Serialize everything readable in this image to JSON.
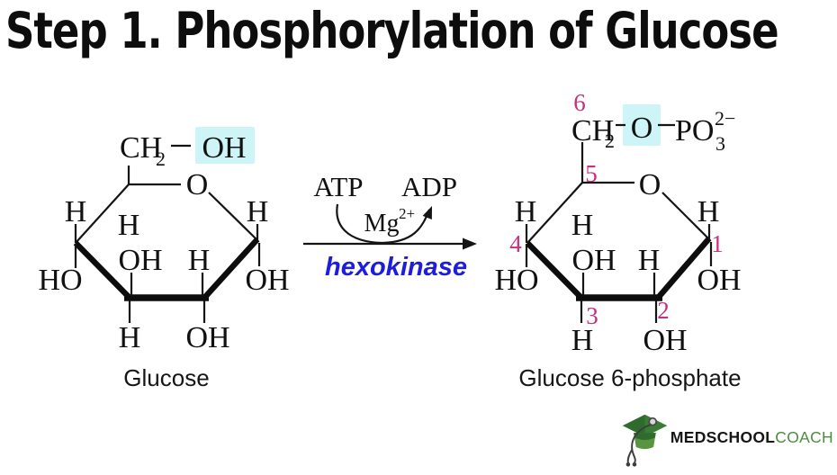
{
  "title": "Step 1. Phosphorylation of Glucose",
  "reaction": {
    "substrate": "ATP",
    "product": "ADP",
    "cofactor": "Mg",
    "cofactor_charge": "2+",
    "enzyme": "hexokinase"
  },
  "glucose": {
    "label": "Glucose",
    "ch2": "CH",
    "ch2_subscript": "2",
    "highlighted_oh": "OH",
    "ring_oxygen": "O",
    "c4_h_top": "H",
    "c5_h_inner": "H",
    "c1_h_top": "H",
    "c3_oh_inner": "OH",
    "c2_h_inner": "H",
    "c4_ho": "HO",
    "c1_oh": "OH",
    "c3_h_bottom": "H",
    "c2_oh_bottom": "OH"
  },
  "g6p": {
    "label": "Glucose 6-phosphate",
    "ch2": "CH",
    "ch2_subscript": "2",
    "highlighted_o": "O",
    "phosphate": "PO",
    "phosphate_charge": "2−",
    "phosphate_subscript": "3",
    "ring_oxygen": "O",
    "numbers": {
      "c1": "1",
      "c2": "2",
      "c3": "3",
      "c4": "4",
      "c5": "5",
      "c6": "6"
    },
    "c4_h_top": "H",
    "c5_h_inner": "H",
    "c1_h_top": "H",
    "c3_oh_inner": "OH",
    "c2_h_inner": "H",
    "c4_ho": "HO",
    "c1_oh": "OH",
    "c3_h_bottom": "H",
    "c2_oh_bottom": "OH"
  },
  "logo": {
    "brand_primary": "MEDSCHOOL",
    "brand_secondary": "COACH"
  },
  "colors": {
    "highlight_cyan": "#cdf4f6",
    "carbon_number_pink": "#c43180",
    "enzyme_blue": "#1d1de0",
    "logo_text_green": "#4e8c3e",
    "logo_cap_green": "#2f6b2f",
    "ink": "#141414"
  }
}
